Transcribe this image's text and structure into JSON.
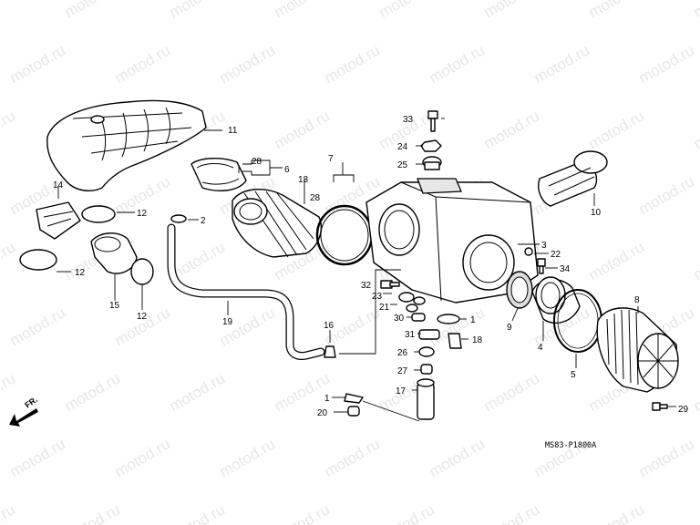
{
  "watermark": "motod.ru",
  "diagram_code": "MS83-P1800A",
  "direction_label": "FR.",
  "callouts": {
    "c1a": "1",
    "c1b": "1",
    "c2": "2",
    "c3": "3",
    "c4": "4",
    "c5": "5",
    "c6": "6",
    "c7": "7",
    "c8": "8",
    "c9": "9",
    "c10": "10",
    "c11": "11",
    "c12a": "12",
    "c12b": "12",
    "c12c": "12",
    "c13": "13",
    "c14": "14",
    "c15": "15",
    "c16": "16",
    "c17": "17",
    "c18": "18",
    "c19": "19",
    "c20": "20",
    "c21": "21",
    "c22": "22",
    "c23": "23",
    "c24": "24",
    "c25": "25",
    "c26": "26",
    "c27": "27",
    "c28a": "28",
    "c28b": "28",
    "c29": "29",
    "c30": "30",
    "c31": "31",
    "c32": "32",
    "c33": "33",
    "c34": "34"
  },
  "colors": {
    "line": "#000000",
    "background": "#ffffff",
    "watermark": "#c8c8c8"
  }
}
